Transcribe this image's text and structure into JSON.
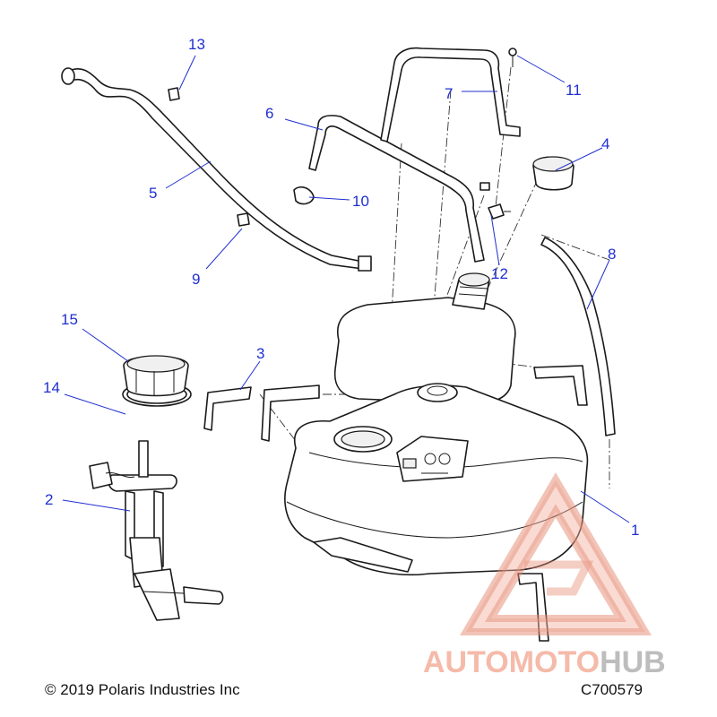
{
  "callouts": [
    {
      "id": "1",
      "label": "1"
    },
    {
      "id": "2",
      "label": "2"
    },
    {
      "id": "3",
      "label": "3"
    },
    {
      "id": "4",
      "label": "4"
    },
    {
      "id": "5",
      "label": "5"
    },
    {
      "id": "6",
      "label": "6"
    },
    {
      "id": "7",
      "label": "7"
    },
    {
      "id": "8",
      "label": "8"
    },
    {
      "id": "9",
      "label": "9"
    },
    {
      "id": "10",
      "label": "10"
    },
    {
      "id": "11",
      "label": "11"
    },
    {
      "id": "12",
      "label": "12"
    },
    {
      "id": "13",
      "label": "13"
    },
    {
      "id": "14",
      "label": "14"
    },
    {
      "id": "15",
      "label": "15"
    }
  ],
  "footer": {
    "copyright": "© 2019 Polaris Industries Inc",
    "diagram_id": "C700579"
  },
  "watermark": {
    "part1": "AUTOMOTO",
    "part2": "HUB",
    "color_primary": "#f2a58f",
    "color_secondary": "#a8a8a8"
  },
  "colors": {
    "callout": "#1f2fd0",
    "line_art": "#1a1a1a"
  }
}
